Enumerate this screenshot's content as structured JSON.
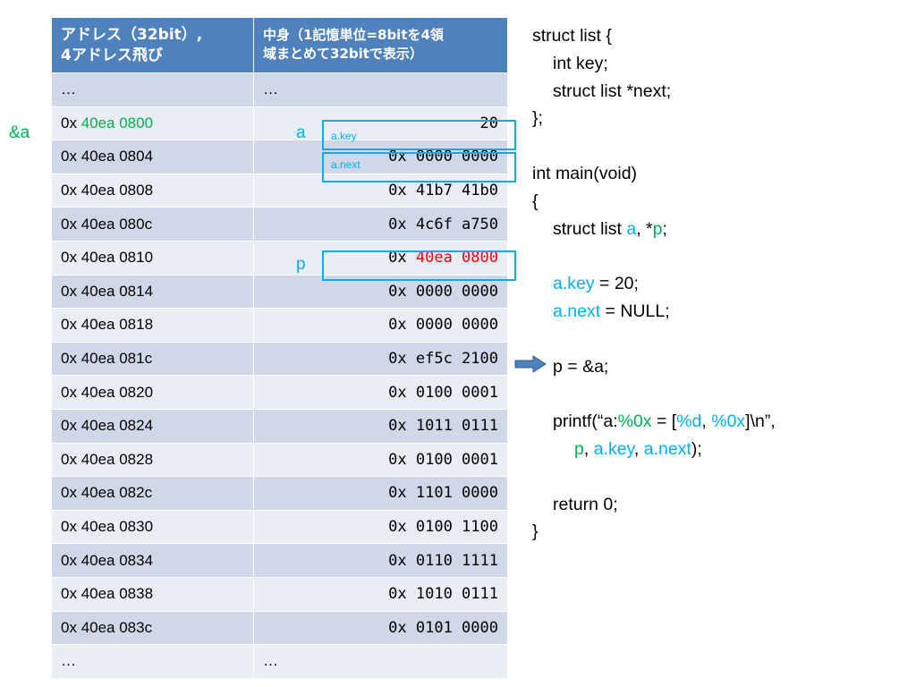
{
  "table": {
    "header_address": [
      "アドレス（32bit）,",
      "4アドレス飛び"
    ],
    "header_content": [
      "中身（1記憶単位=8bitを4領",
      "域まとめて32bitで表示）"
    ],
    "top_ellipsis_addr": "…",
    "top_ellipsis_val": "…",
    "rows": [
      {
        "prefix": "0x ",
        "addr": "40ea 0800",
        "value": "20"
      },
      {
        "prefix": "0x ",
        "addr": "40ea 0804",
        "value": "0x 0000 0000"
      },
      {
        "prefix": "0x ",
        "addr": "40ea 0808",
        "value": "0x 41b7 41b0"
      },
      {
        "prefix": "0x ",
        "addr": "40ea 080c",
        "value": "0x 4c6f a750"
      },
      {
        "prefix": "0x ",
        "addr": "40ea 0810",
        "value_prefix": "0x ",
        "value_highlight": "40ea 0800"
      },
      {
        "prefix": "0x ",
        "addr": "40ea 0814",
        "value": "0x 0000 0000"
      },
      {
        "prefix": "0x ",
        "addr": "40ea 0818",
        "value": "0x 0000 0000"
      },
      {
        "prefix": "0x ",
        "addr": "40ea 081c",
        "value": "0x ef5c 2100"
      },
      {
        "prefix": "0x ",
        "addr": "40ea 0820",
        "value": "0x 0100 0001"
      },
      {
        "prefix": "0x ",
        "addr": "40ea 0824",
        "value": "0x 1011 0111"
      },
      {
        "prefix": "0x ",
        "addr": "40ea 0828",
        "value": "0x 0100 0001"
      },
      {
        "prefix": "0x ",
        "addr": "40ea 082c",
        "value": "0x 1101 0000"
      },
      {
        "prefix": "0x ",
        "addr": "40ea 0830",
        "value": "0x 0100 1100"
      },
      {
        "prefix": "0x ",
        "addr": "40ea 0834",
        "value": "0x 0110 1111"
      },
      {
        "prefix": "0x ",
        "addr": "40ea 0838",
        "value": "0x 1010 0111"
      },
      {
        "prefix": "0x ",
        "addr": "40ea 083c",
        "value": "0x 0101 0000"
      }
    ],
    "bottom_ellipsis_addr": "…",
    "bottom_ellipsis_val": "…"
  },
  "labels": {
    "amp_a": "&a",
    "var_a": "a",
    "var_p": "p",
    "field_key": "a.key",
    "field_next": "a.next"
  },
  "code": {
    "l1": "struct list {",
    "l2": "int key;",
    "l3": "struct list *next;",
    "l4": "};",
    "l6": "int main(void)",
    "l7": "{",
    "l8_pre": "struct list ",
    "l8_a": "a",
    "l8_mid": ", *",
    "l8_p": "p",
    "l8_end": ";",
    "l10_key": "a.key",
    "l10_rest": " = 20;",
    "l11_next": "a.next",
    "l11_rest": " = NULL;",
    "l13": "p = &a;",
    "l15_pre": "printf(“a:",
    "l15_fmt1": "%0x",
    "l15_mid": " = [",
    "l15_fmt2": "%d",
    "l15_comma": ", ",
    "l15_fmt3": "%0x",
    "l15_end": "]\\n”,",
    "l16_p": "p",
    "l16_c1": ", ",
    "l16_key": "a.key",
    "l16_c2": ", ",
    "l16_next": "a.next",
    "l16_end": ");",
    "l18": "return 0;",
    "l19": "}"
  },
  "colors": {
    "header_bg": "#4f81bd",
    "row_dark": "#d0d8e8",
    "row_light": "#e9edf4",
    "highlight_box": "#1aa7e0",
    "green": "#00b050",
    "cyan": "#00b0f0",
    "red": "#ff0000"
  }
}
